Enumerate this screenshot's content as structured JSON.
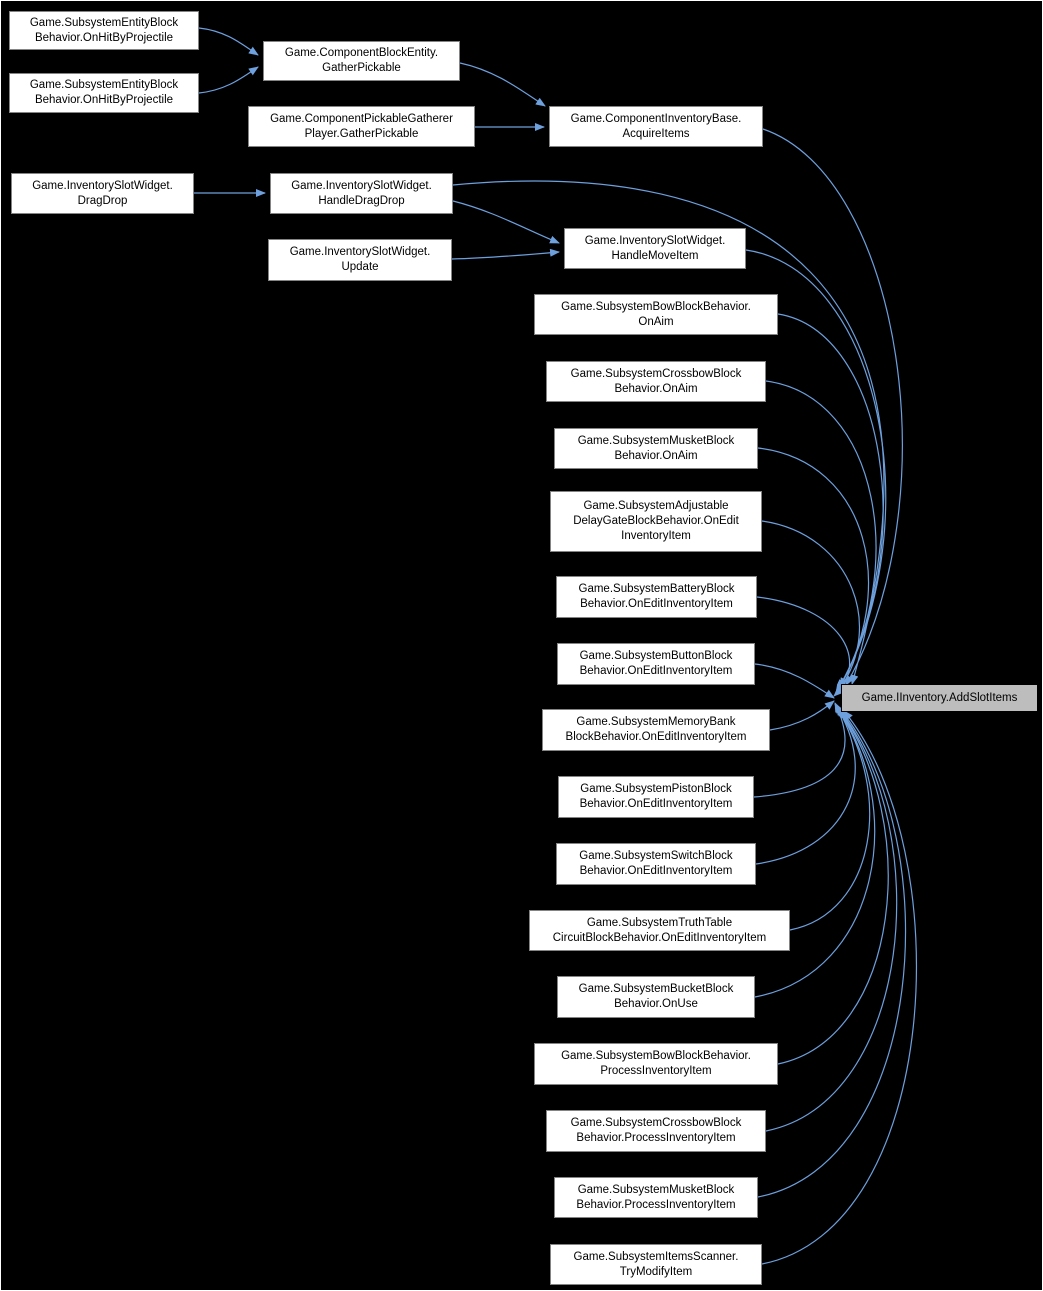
{
  "diagram": {
    "type": "caller-graph",
    "colors": {
      "background": "#000000",
      "edge": "#6da0dd",
      "node_bg": "#ffffff",
      "node_border": "#848484",
      "target_bg": "#bdbdbd",
      "text": "#000000"
    },
    "nodes": [
      {
        "id": 0,
        "label": "Game.SubsystemEntityBlock\nBehavior.OnHitByProjectile"
      },
      {
        "id": 1,
        "label": "Game.SubsystemEntityBlock\nBehavior.OnHitByProjectile"
      },
      {
        "id": 2,
        "label": "Game.InventorySlotWidget.\nDragDrop"
      },
      {
        "id": 3,
        "label": "Game.ComponentBlockEntity.\nGatherPickable"
      },
      {
        "id": 4,
        "label": "Game.ComponentPickableGatherer\nPlayer.GatherPickable"
      },
      {
        "id": 5,
        "label": "Game.InventorySlotWidget.\nHandleDragDrop"
      },
      {
        "id": 6,
        "label": "Game.InventorySlotWidget.\nUpdate"
      },
      {
        "id": 7,
        "label": "Game.ComponentInventoryBase.\nAcquireItems"
      },
      {
        "id": 8,
        "label": "Game.InventorySlotWidget.\nHandleMoveItem"
      },
      {
        "id": 9,
        "label": "Game.SubsystemBowBlockBehavior.\nOnAim"
      },
      {
        "id": 10,
        "label": "Game.SubsystemCrossbowBlock\nBehavior.OnAim"
      },
      {
        "id": 11,
        "label": "Game.SubsystemMusketBlock\nBehavior.OnAim"
      },
      {
        "id": 12,
        "label": "Game.SubsystemAdjustable\nDelayGateBlockBehavior.OnEdit\nInventoryItem"
      },
      {
        "id": 13,
        "label": "Game.SubsystemBatteryBlock\nBehavior.OnEditInventoryItem"
      },
      {
        "id": 14,
        "label": "Game.SubsystemButtonBlock\nBehavior.OnEditInventoryItem"
      },
      {
        "id": 15,
        "label": "Game.SubsystemMemoryBank\nBlockBehavior.OnEditInventoryItem"
      },
      {
        "id": 16,
        "label": "Game.SubsystemPistonBlock\nBehavior.OnEditInventoryItem"
      },
      {
        "id": 17,
        "label": "Game.SubsystemSwitchBlock\nBehavior.OnEditInventoryItem"
      },
      {
        "id": 18,
        "label": "Game.SubsystemTruthTable\nCircuitBlockBehavior.OnEditInventoryItem"
      },
      {
        "id": 19,
        "label": "Game.SubsystemBucketBlock\nBehavior.OnUse"
      },
      {
        "id": 20,
        "label": "Game.SubsystemBowBlockBehavior.\nProcessInventoryItem"
      },
      {
        "id": 21,
        "label": "Game.SubsystemCrossbowBlock\nBehavior.ProcessInventoryItem"
      },
      {
        "id": 22,
        "label": "Game.SubsystemMusketBlock\nBehavior.ProcessInventoryItem"
      },
      {
        "id": 23,
        "label": "Game.SubsystemItemsScanner.\nTryModifyItem"
      }
    ],
    "target": {
      "label": "Game.IInventory.AddSlotItems"
    },
    "edges": [
      {
        "from": 0,
        "to": 3
      },
      {
        "from": 1,
        "to": 3
      },
      {
        "from": 3,
        "to": 7
      },
      {
        "from": 4,
        "to": 7
      },
      {
        "from": 2,
        "to": 5
      },
      {
        "from": 5,
        "to": 8
      },
      {
        "from": 6,
        "to": 8
      },
      {
        "from": 5,
        "to": "target"
      },
      {
        "from": 7,
        "to": "target"
      },
      {
        "from": 8,
        "to": "target"
      },
      {
        "from": 9,
        "to": "target"
      },
      {
        "from": 10,
        "to": "target"
      },
      {
        "from": 11,
        "to": "target"
      },
      {
        "from": 12,
        "to": "target"
      },
      {
        "from": 13,
        "to": "target"
      },
      {
        "from": 14,
        "to": "target"
      },
      {
        "from": 15,
        "to": "target"
      },
      {
        "from": 16,
        "to": "target"
      },
      {
        "from": 17,
        "to": "target"
      },
      {
        "from": 18,
        "to": "target"
      },
      {
        "from": 19,
        "to": "target"
      },
      {
        "from": 20,
        "to": "target"
      },
      {
        "from": 21,
        "to": "target"
      },
      {
        "from": 22,
        "to": "target"
      },
      {
        "from": 23,
        "to": "target"
      }
    ]
  }
}
